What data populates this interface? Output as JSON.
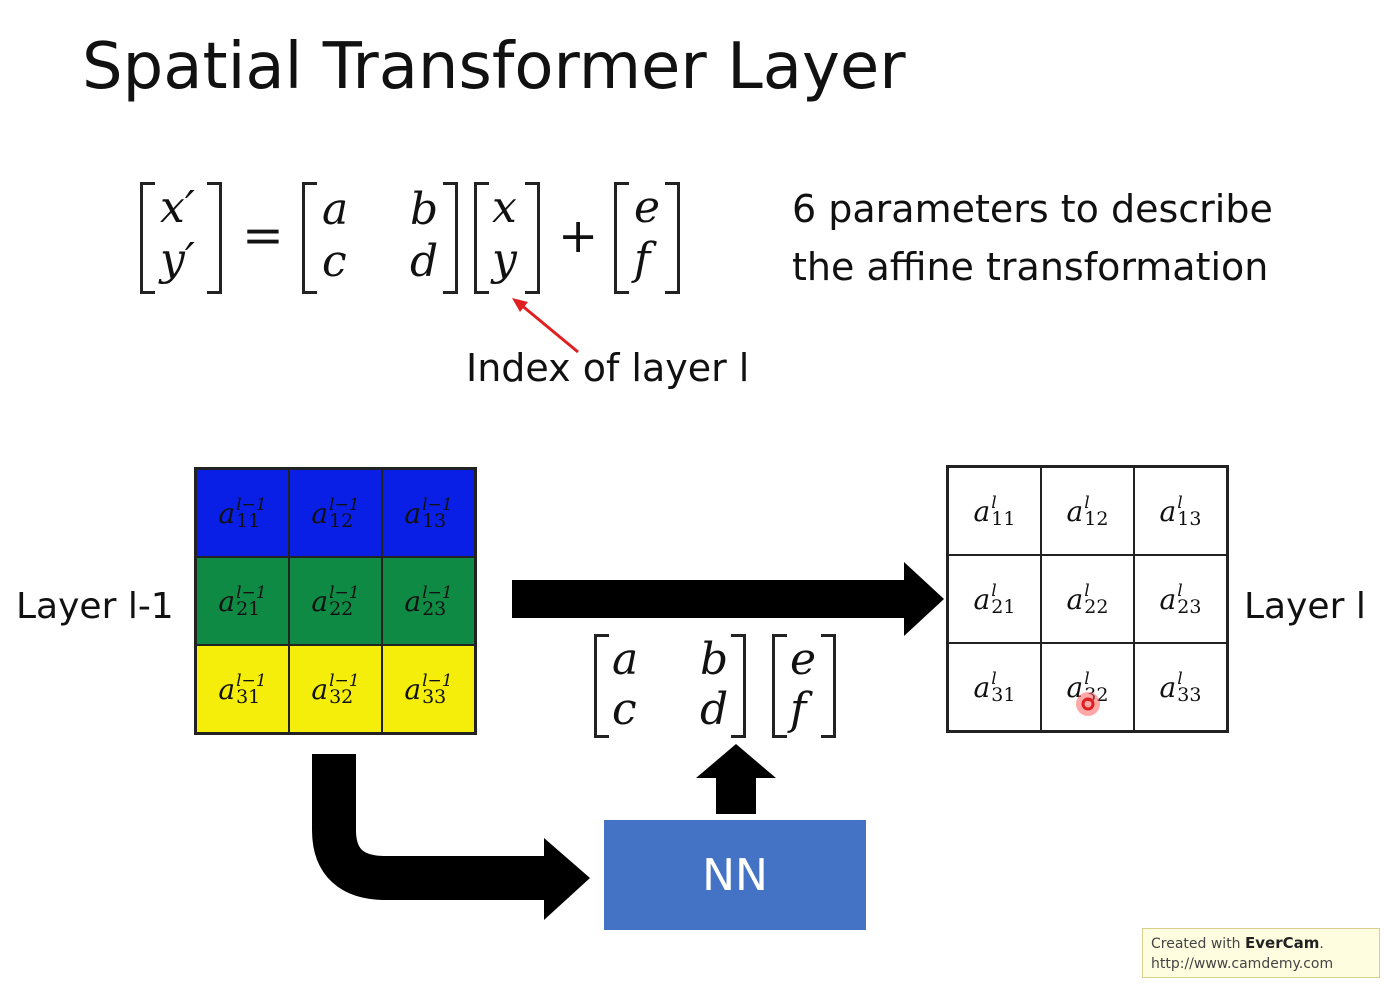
{
  "title": "Spatial Transformer Layer",
  "equation": {
    "lhs": [
      "x′",
      "y′"
    ],
    "equals": "=",
    "matrix": [
      "a",
      "b",
      "c",
      "d"
    ],
    "input_vec": [
      "x",
      "y"
    ],
    "plus": "+",
    "bias": [
      "e",
      "f"
    ]
  },
  "description": [
    "6 parameters to describe",
    "the affine transformation"
  ],
  "annotation": "Index of layer l",
  "layer_prev": {
    "label": "Layer l-1",
    "superscript": "l−1",
    "row_colors": [
      "#0a1fe6",
      "#0f8a45",
      "#f5ee0a"
    ],
    "cells": [
      [
        "11",
        "12",
        "13"
      ],
      [
        "21",
        "22",
        "23"
      ],
      [
        "31",
        "32",
        "33"
      ]
    ]
  },
  "layer_next": {
    "label": "Layer l",
    "superscript": "l",
    "cells": [
      [
        "11",
        "12",
        "13"
      ],
      [
        "21",
        "22",
        "23"
      ],
      [
        "31",
        "32",
        "33"
      ]
    ]
  },
  "params_matrix": [
    "a",
    "b",
    "c",
    "d"
  ],
  "params_bias": [
    "e",
    "f"
  ],
  "nn_label": "NN",
  "base_symbol": "a",
  "watermark": {
    "line1_prefix": "Created with ",
    "line1_brand": "EverCam",
    "line1_suffix": ".",
    "line2": "http://www.camdemy.com"
  },
  "colors": {
    "nn_fill": "#4472c4",
    "arrow": "#000000",
    "annotation_arrow": "#e02020",
    "cursor": "#e02020"
  }
}
